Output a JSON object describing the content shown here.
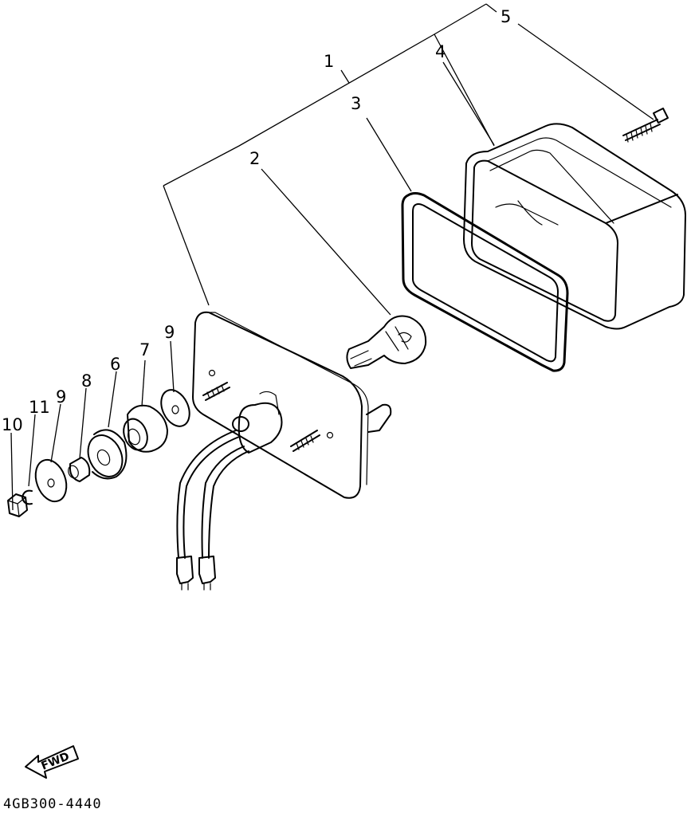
{
  "callouts": {
    "c1": "1",
    "c2": "2",
    "c3": "3",
    "c4": "4",
    "c5": "5",
    "c6": "6",
    "c7": "7",
    "c8": "8",
    "c9a": "9",
    "c9b": "9",
    "c10": "10",
    "c11": "11"
  },
  "fwd_label": "FWD",
  "diagram_code": "4GB300-4440"
}
